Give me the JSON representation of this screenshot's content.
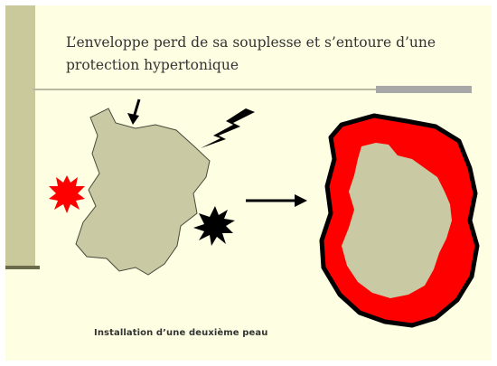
{
  "slide": {
    "title": "L’enveloppe perd de sa souplesse et s’entoure d’une protection hypertonique",
    "caption": "Installation d’une deuxième peau"
  },
  "colors": {
    "background": "#fefee2",
    "side_bar": "#c9c99c",
    "cell_fill": "#c9c9a4",
    "protection_fill": "#ff0000",
    "outline": "#000000"
  },
  "diagram": {
    "left_cell": "cell-shape",
    "right_cell": "protected-cell-shape",
    "stressors": [
      "arrow-down-icon",
      "lightning-bolt-icon",
      "red-burst-icon",
      "black-burst-icon"
    ],
    "transition": "right-arrow-icon"
  }
}
